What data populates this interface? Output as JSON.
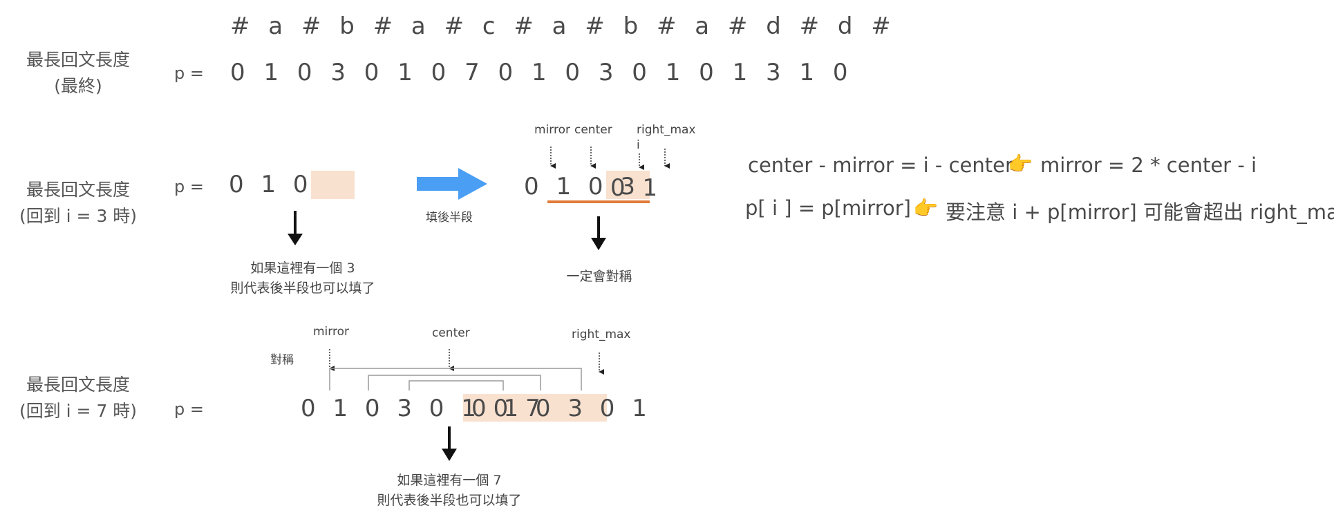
{
  "header": {
    "text": "# a # b # a # c # a # b # a # d # d #"
  },
  "row1": {
    "label_line1": "最長回文長度",
    "label_line2": "(最終)",
    "p_label": "p =",
    "values": "0 1 0 3 0 1 0 7 0 1 0 3 0 1 0 1 3 1 0"
  },
  "row2": {
    "label_line1": "最長回文長度",
    "label_line2": "(回到 i = 3 時)",
    "p_label": "p =",
    "values": "0 1 0 3",
    "arrow_caption": "填後半段",
    "filled_prefix": "0 1 0 3",
    "filled_highlight": "0 1",
    "ptr_mirror": "mirror",
    "ptr_center": "center",
    "ptr_right_max": "right_max",
    "ptr_i": "i",
    "note_left_line1": "如果這裡有一個 3",
    "note_left_line2": "則代表後半段也可以填了",
    "note_right": "一定會對稱"
  },
  "formulas": {
    "line1_left": "center - mirror = i - center",
    "line1_emoji": "👉",
    "line1_right": "mirror = 2 * center - i",
    "line2_left": "p[ i ] = p[mirror]",
    "line2_emoji": "👉",
    "line2_right": "要注意 i + p[mirror] 可能會超出 right_max"
  },
  "row3": {
    "label_line1": "最長回文長度",
    "label_line2": "(回到 i = 7 時)",
    "p_label": "p =",
    "values": "0 1 0 3 0 1 0 7",
    "highlight_values": "0 1 0 3 0 1",
    "ptr_mirror": "mirror",
    "ptr_center": "center",
    "ptr_right_max": "right_max",
    "symmetric_label": "對稱",
    "note_line1": "如果這裡有一個 7",
    "note_line2": "則代表後半段也可以填了"
  },
  "colors": {
    "highlight": "#f9e1cf",
    "arrow_blue": "#4a9ff5",
    "underline_orange": "#e07b39",
    "text": "#4a4a4a"
  }
}
